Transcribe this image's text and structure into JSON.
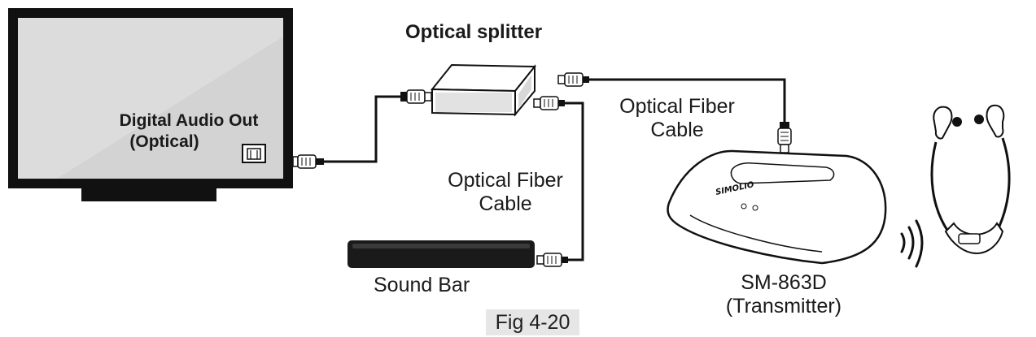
{
  "diagram": {
    "splitter_title": "Optical splitter",
    "tv_label_line1": "Digital Audio Out",
    "tv_label_line2": "(Optical)",
    "cable_left_line1": "Optical Fiber",
    "cable_left_line2": "Cable",
    "cable_right_line1": "Optical Fiber",
    "cable_right_line2": "Cable",
    "soundbar_label": "Sound Bar",
    "transmitter_model": "SM-863D",
    "transmitter_role": "(Transmitter)",
    "brand_text": "SIMOLIO",
    "figure_caption": "Fig 4-20"
  }
}
